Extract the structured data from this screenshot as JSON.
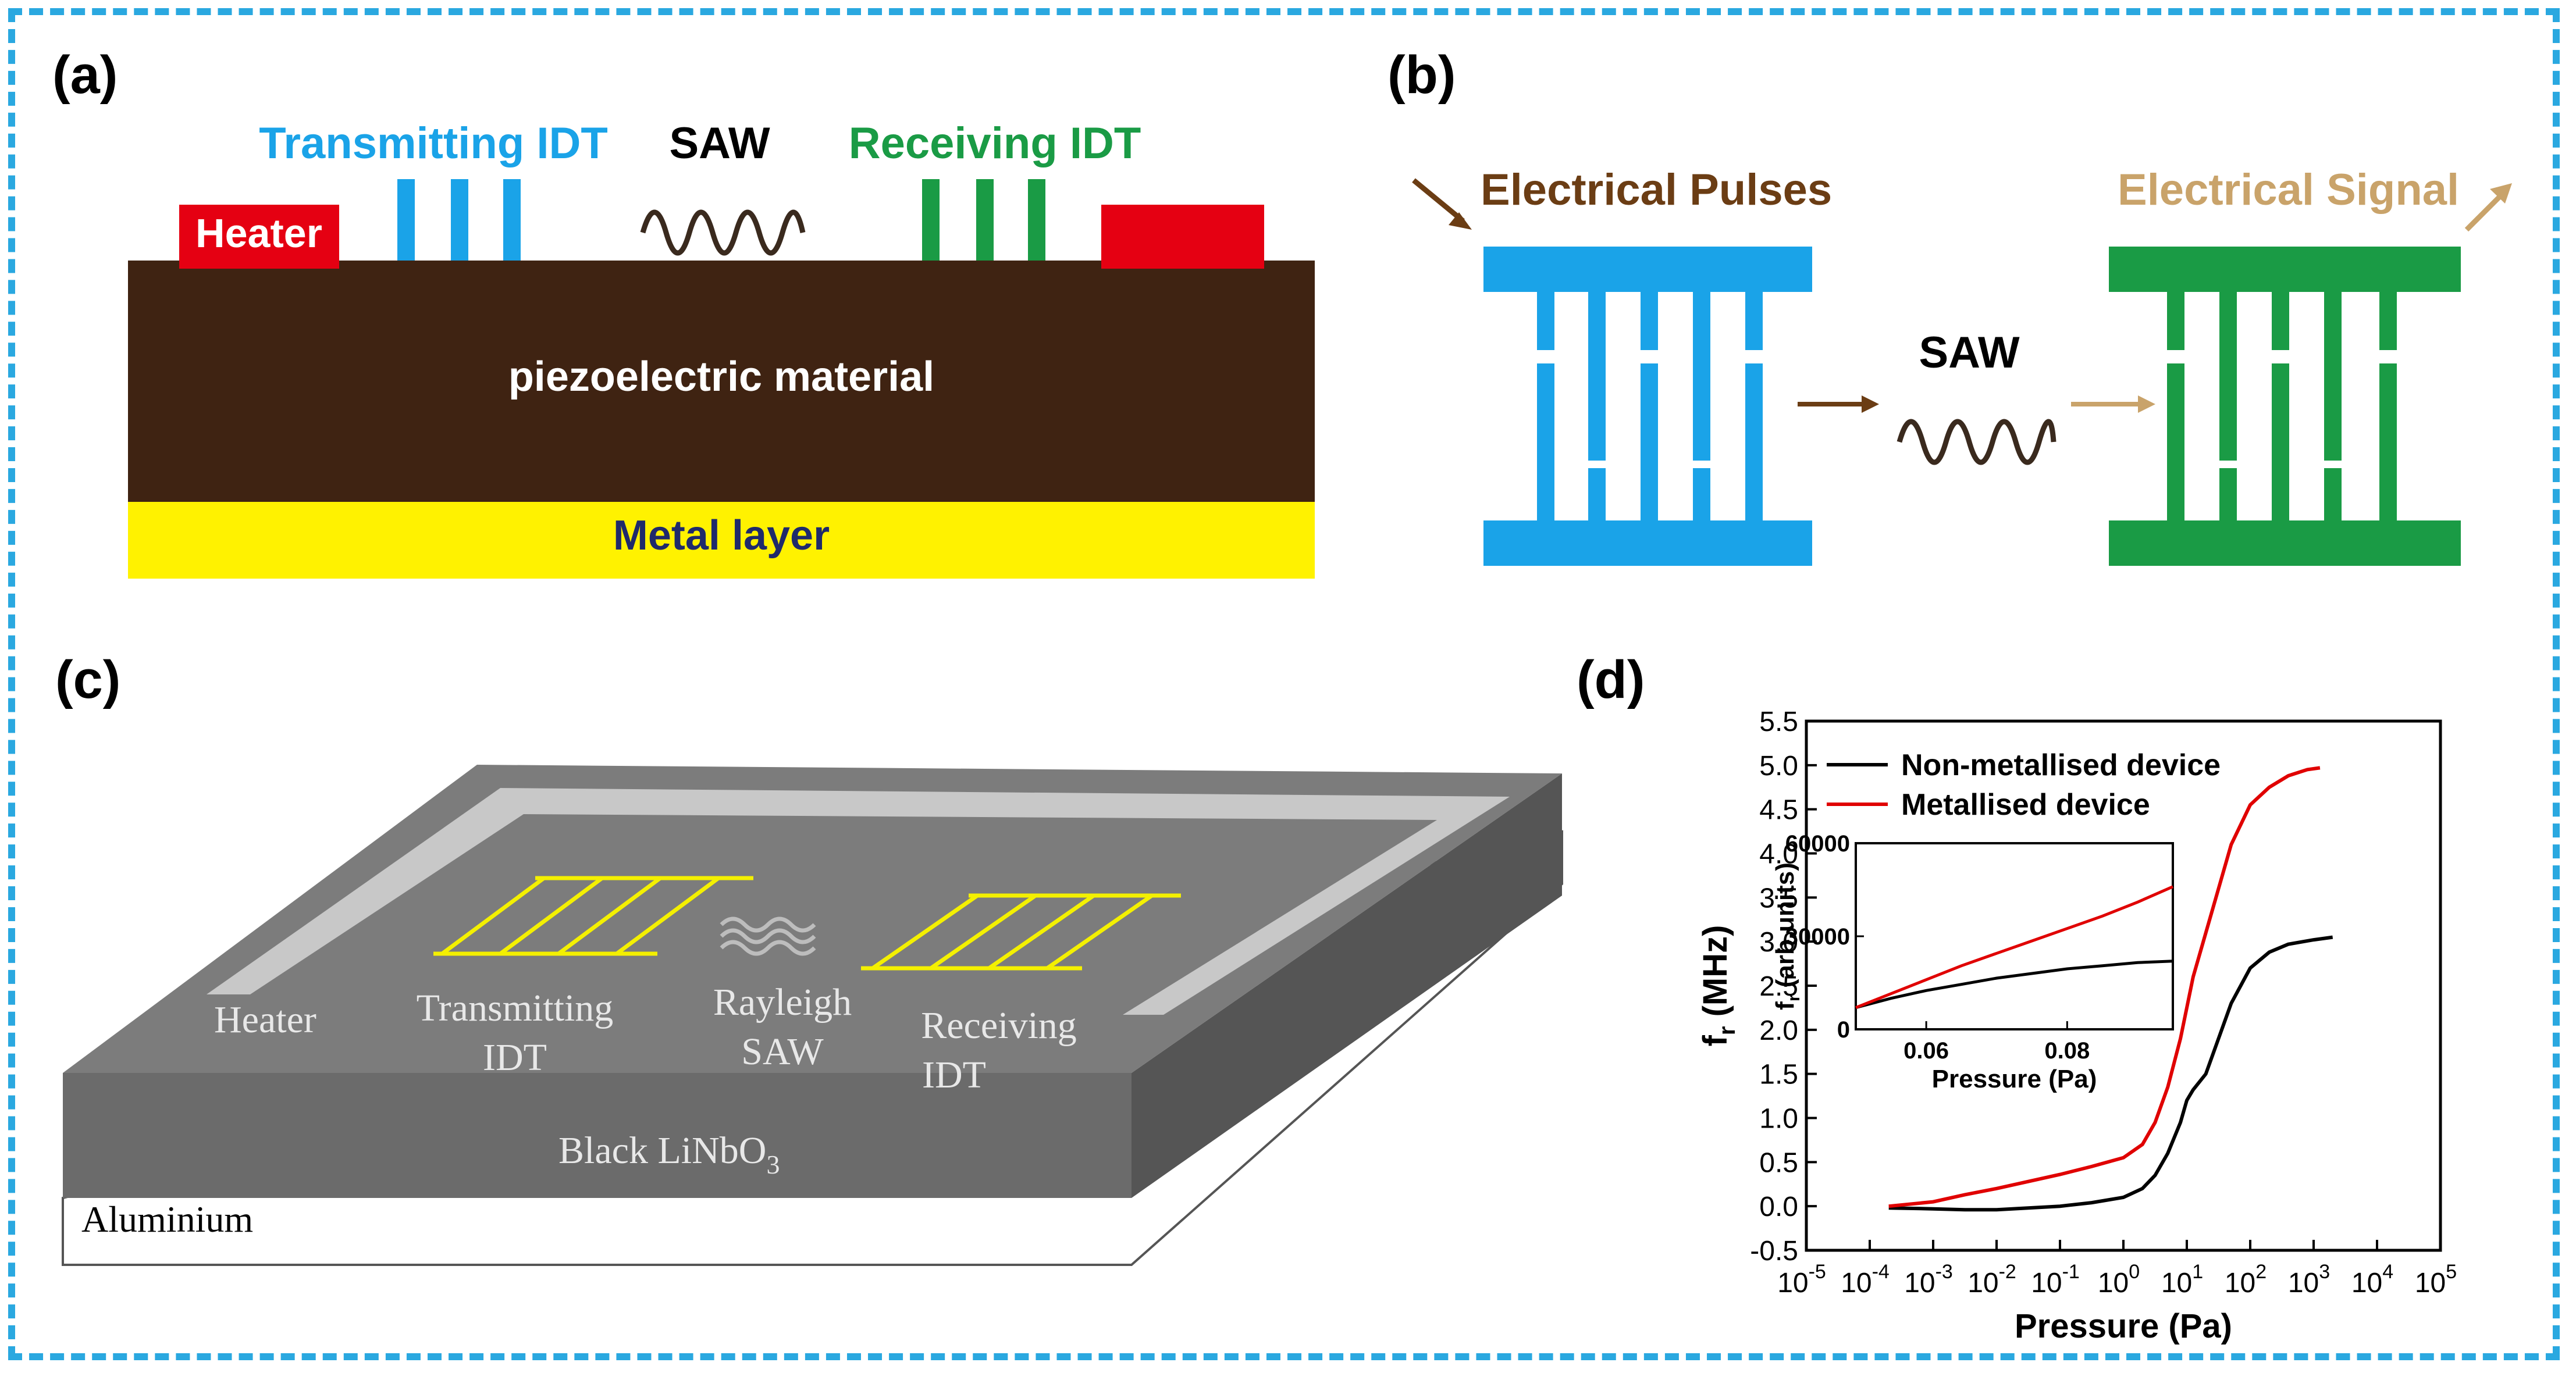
{
  "panel_a": {
    "label": "(a)",
    "transmitting_idt": "Transmitting IDT",
    "saw": "SAW",
    "receiving_idt": "Receiving IDT",
    "heater": "Heater",
    "piezo": "piezoelectric  material",
    "metal": "Metal layer",
    "colors": {
      "transmit": "#1aa3e8",
      "receive": "#1a9b45",
      "heater": "#e50012",
      "piezo": "#3f2312",
      "metal": "#fff200",
      "metal_text": "#1f2a6b"
    }
  },
  "panel_b": {
    "label": "(b)",
    "pulses": "Electrical Pulses",
    "signal": "Electrical Signal",
    "saw": "SAW",
    "colors": {
      "pulses": "#6b3d14",
      "signal": "#c9a36a",
      "left_idt": "#1aa3e8",
      "right_idt": "#1a9b45"
    }
  },
  "panel_c": {
    "label": "(c)",
    "heater": "Heater",
    "transmitting": "Transmitting",
    "idt1": "IDT",
    "rayleigh": "Rayleigh",
    "saw": "SAW",
    "receiving": "Receiving",
    "idt2": "IDT",
    "black": "Black LiNbO",
    "black_sub": "3",
    "aluminium": "Aluminium"
  },
  "panel_d": {
    "label": "(d)",
    "chart_data": {
      "type": "line",
      "xlabel": "Pressure (Pa)",
      "ylabel": "f",
      "ylabel_sub": "r",
      "ylabel_unit": " (MHz)",
      "xscale": "log",
      "xlim": [
        -5,
        5
      ],
      "ylim": [
        -0.5,
        5.5
      ],
      "x_tick_exponents": [
        "-5",
        "-4",
        "-3",
        "-2",
        "-1",
        "0",
        "1",
        "2",
        "3",
        "4",
        "5"
      ],
      "x_tick_base": "10",
      "y_ticks": [
        "-0.5",
        "0.0",
        "0.5",
        "1.0",
        "1.5",
        "2.0",
        "2.5",
        "3.0",
        "3.5",
        "4.0",
        "4.5",
        "5.0",
        "5.5"
      ],
      "legend_position": "top-left",
      "series": [
        {
          "name": "Non-metallised device",
          "color": "#000000",
          "x_log10": [
            -3.7,
            -3,
            -2.5,
            -2,
            -1.5,
            -1,
            -0.5,
            0,
            0.3,
            0.5,
            0.7,
            0.9,
            1,
            1.1,
            1.3,
            1.5,
            1.7,
            2,
            2.3,
            2.6,
            3,
            3.3
          ],
          "y": [
            -0.02,
            -0.03,
            -0.04,
            -0.04,
            -0.02,
            0.0,
            0.04,
            0.1,
            0.2,
            0.35,
            0.6,
            0.95,
            1.2,
            1.32,
            1.5,
            1.9,
            2.3,
            2.7,
            2.88,
            2.97,
            3.02,
            3.05
          ]
        },
        {
          "name": "Metallised device",
          "color": "#e00000",
          "x_log10": [
            -3.7,
            -3,
            -2.5,
            -2,
            -1.5,
            -1,
            -0.5,
            0,
            0.3,
            0.5,
            0.7,
            0.9,
            1.1,
            1.3,
            1.5,
            1.7,
            2,
            2.3,
            2.6,
            2.9,
            3.1
          ],
          "y": [
            0.0,
            0.05,
            0.13,
            0.2,
            0.28,
            0.36,
            0.45,
            0.55,
            0.7,
            0.95,
            1.35,
            1.9,
            2.6,
            3.1,
            3.6,
            4.1,
            4.55,
            4.75,
            4.88,
            4.95,
            4.97
          ]
        }
      ],
      "inset": {
        "xlabel": "Pressure (Pa)",
        "ylabel": "f",
        "ylabel_sub": "r",
        "ylabel_unit": " (arb.units)",
        "xlim": [
          0.05,
          0.095
        ],
        "ylim": [
          0,
          60000
        ],
        "x_ticks": [
          "0.06",
          "0.08"
        ],
        "y_ticks": [
          "0",
          "30000",
          "60000"
        ],
        "series": [
          {
            "name": "Non-metallised device",
            "color": "#000000",
            "x": [
              0.05,
              0.055,
              0.06,
              0.065,
              0.07,
              0.075,
              0.08,
              0.085,
              0.09,
              0.095
            ],
            "y": [
              7000,
              10000,
              12500,
              14500,
              16500,
              18000,
              19500,
              20500,
              21500,
              22000
            ]
          },
          {
            "name": "Metallised device",
            "color": "#e00000",
            "x": [
              0.05,
              0.055,
              0.06,
              0.065,
              0.07,
              0.075,
              0.08,
              0.085,
              0.09,
              0.095
            ],
            "y": [
              7000,
              11500,
              16000,
              20500,
              24500,
              28500,
              32500,
              36500,
              41000,
              46000
            ]
          }
        ]
      }
    }
  }
}
